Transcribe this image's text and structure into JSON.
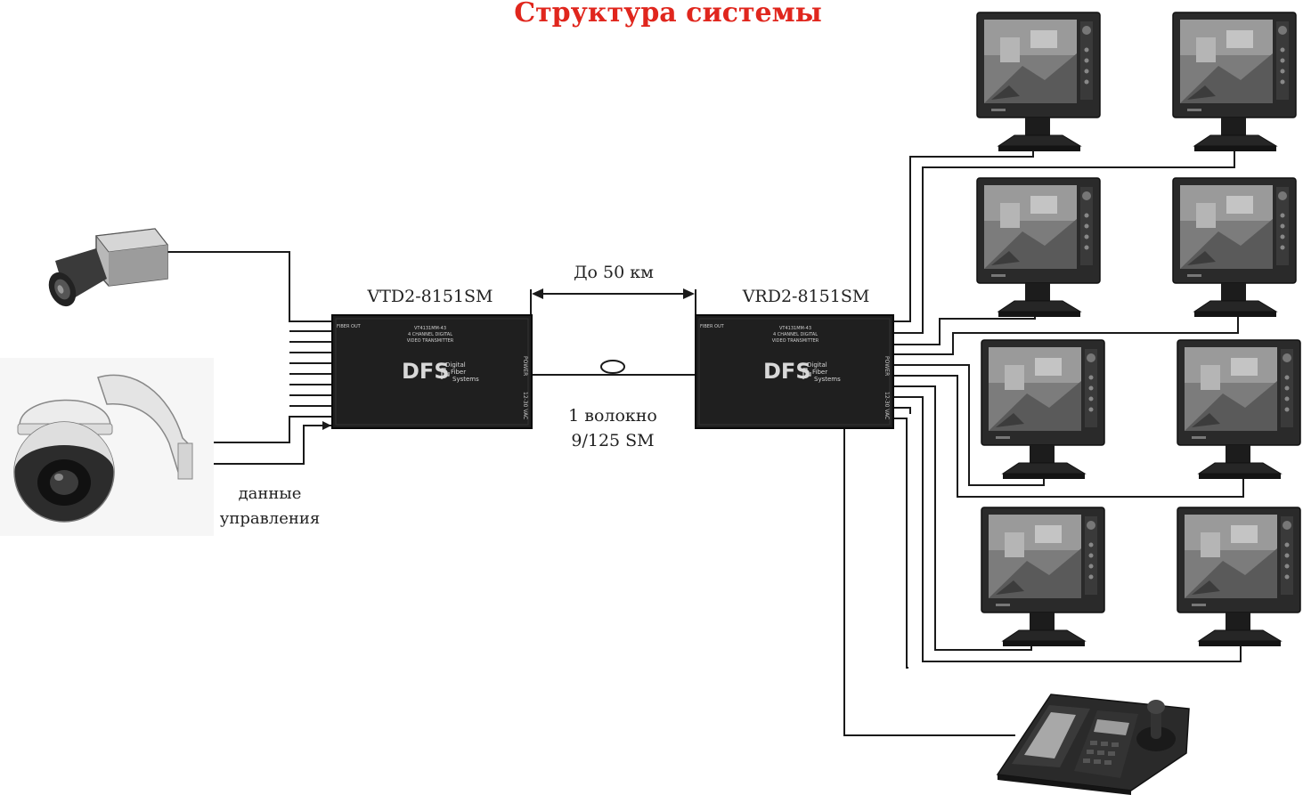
{
  "title": "Структура системы",
  "colors": {
    "title": "#e0261d",
    "device": "#1f1f1f",
    "wire": "#1a1a1a"
  },
  "transmitter": {
    "model": "VTD2-8151SM",
    "port_label": "FIBER OUT",
    "plate_line1": "VT4131MM-43",
    "plate_line2": "4 CHANNEL DIGITAL",
    "plate_line3": "VIDEO TRANSMITTER",
    "logo": "DFS",
    "logo_sub1": "Digital",
    "logo_sub2": "Fiber",
    "logo_sub3": "Systems",
    "side1": "POWER",
    "side2": "12-30 VAC"
  },
  "receiver": {
    "model": "VRD2-8151SM",
    "port_label": "FIBER OUT",
    "plate_line1": "VT4131MM-43",
    "plate_line2": "4 CHANNEL DIGITAL",
    "plate_line3": "VIDEO TRANSMITTER",
    "logo": "DFS",
    "logo_sub1": "Digital",
    "logo_sub2": "Fiber",
    "logo_sub3": "Systems",
    "side1": "POWER",
    "side2": "12-30 VAC"
  },
  "distance_label": "До 50 км",
  "fiber_line1": "1 волокно",
  "fiber_line2": "9/125 SM",
  "control_line1": "данные",
  "control_line2": "управления",
  "icons": {
    "box_camera": "box-camera-icon",
    "dome_camera": "ptz-dome-camera-icon",
    "monitor": "monitor-icon",
    "keyboard": "ptz-keyboard-icon"
  }
}
